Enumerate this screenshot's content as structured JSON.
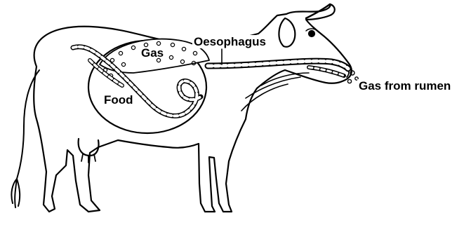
{
  "labels": {
    "gas": "Gas",
    "oesophagus": "Oesophagus",
    "food": "Food",
    "gas_from_rumen": "Gas from rumen"
  },
  "colors": {
    "ink": "#000000",
    "background": "#ffffff"
  }
}
